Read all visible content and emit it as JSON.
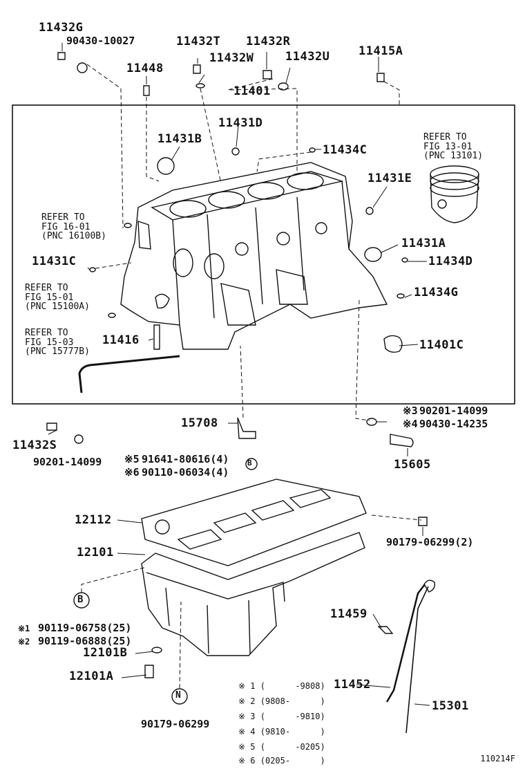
{
  "labels": {
    "p11432G": "11432G",
    "p90430_10027": "90430-10027",
    "p11448": "11448",
    "p11432T": "11432T",
    "p11432W": "11432W",
    "p11432R": "11432R",
    "p11432U": "11432U",
    "p11415A": "11415A",
    "p11401": "11401",
    "p11431D": "11431D",
    "p11431B": "11431B",
    "p11434C": "11434C",
    "p11431E": "11431E",
    "p11431A": "11431A",
    "p11431C": "11431C",
    "p11434D": "11434D",
    "p11434G": "11434G",
    "p11416": "11416",
    "p11401C": "11401C",
    "p15708": "15708",
    "p11432S": "11432S",
    "p90201_14099a": "90201-14099",
    "p90201_14099b": "90201-14099",
    "p90430_14235": "90430-14235",
    "p15605": "15605",
    "p91641_80616": "91641-80616(4)",
    "p90110_06034": "90110-06034(4)",
    "p12112": "12112",
    "p12101": "12101",
    "p90179_06299_2": "90179-06299(2)",
    "p90119_06758": "90119-06758(25)",
    "p90119_06888": "90119-06888(25)",
    "p12101B": "12101B",
    "p12101A": "12101A",
    "p11459": "11459",
    "p11452": "11452",
    "p15301": "15301",
    "p90179_06299": "90179-06299"
  },
  "markers": {
    "m3": "※3",
    "m4": "※4",
    "m5": "※5",
    "m6": "※6",
    "m1": "※1",
    "m2": "※2",
    "B1": "B",
    "B2": "B",
    "N": "N"
  },
  "refs": {
    "ref_fig13": "REFER TO\nFIG 13-01\n(PNC 13101)",
    "ref_fig16": "REFER TO\nFIG 16-01\n(PNC 16100B)",
    "ref_fig15_01": "REFER TO\nFIG 15-01\n(PNC 15100A)",
    "ref_fig15_03": "REFER TO\nFIG 15-03\n(PNC 15777B)"
  },
  "legend": [
    {
      "mark": "※ 1",
      "range": "(      -9808)"
    },
    {
      "mark": "※ 2",
      "range": "(9808-      )"
    },
    {
      "mark": "※ 3",
      "range": "(      -9810)"
    },
    {
      "mark": "※ 4",
      "range": "(9810-      )"
    },
    {
      "mark": "※ 5",
      "range": "(      -0205)"
    },
    {
      "mark": "※ 6",
      "range": "(0205-      )"
    }
  ],
  "figure_code": "110214F"
}
